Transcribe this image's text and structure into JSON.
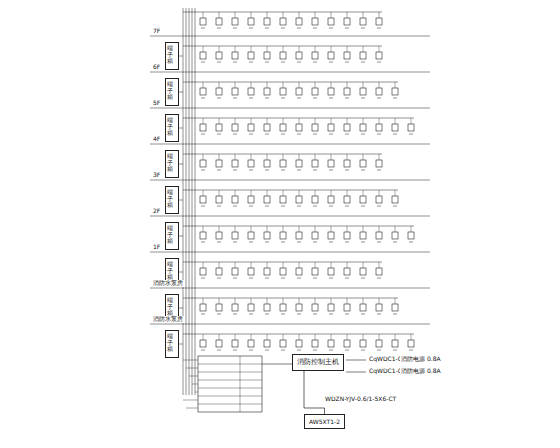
{
  "diagram": {
    "nodes": [
      {
        "text": [
          "端子箱"
        ]
      },
      {
        "text": [
          "端子箱"
        ]
      },
      {
        "text": [
          "端子箱"
        ]
      },
      {
        "text": [
          "端子箱"
        ]
      },
      {
        "text": [
          "端子箱"
        ]
      },
      {
        "text": [
          "端子箱"
        ]
      },
      {
        "text": [
          "端子箱"
        ]
      },
      {
        "text": [
          "端子箱"
        ]
      },
      {
        "text": [
          "端子箱"
        ]
      },
      {
        "text": [
          "消防控制主机"
        ]
      },
      {
        "text": [
          "AW5XT1-2"
        ]
      }
    ],
    "edges": [
      {
        "from": 9,
        "to": 10,
        "arrow": "none"
      }
    ],
    "labels": [
      "7F",
      "6F",
      "5F",
      "4F",
      "3F",
      "2F",
      "1F",
      "消防水泵房",
      "消防水泵房",
      "CqWDC1-0",
      "消防电源 0.8A",
      "CqWDC1-0",
      "消防电源 0.8A",
      "WDZN-YJV-0.6/1-5X6-CT"
    ]
  }
}
